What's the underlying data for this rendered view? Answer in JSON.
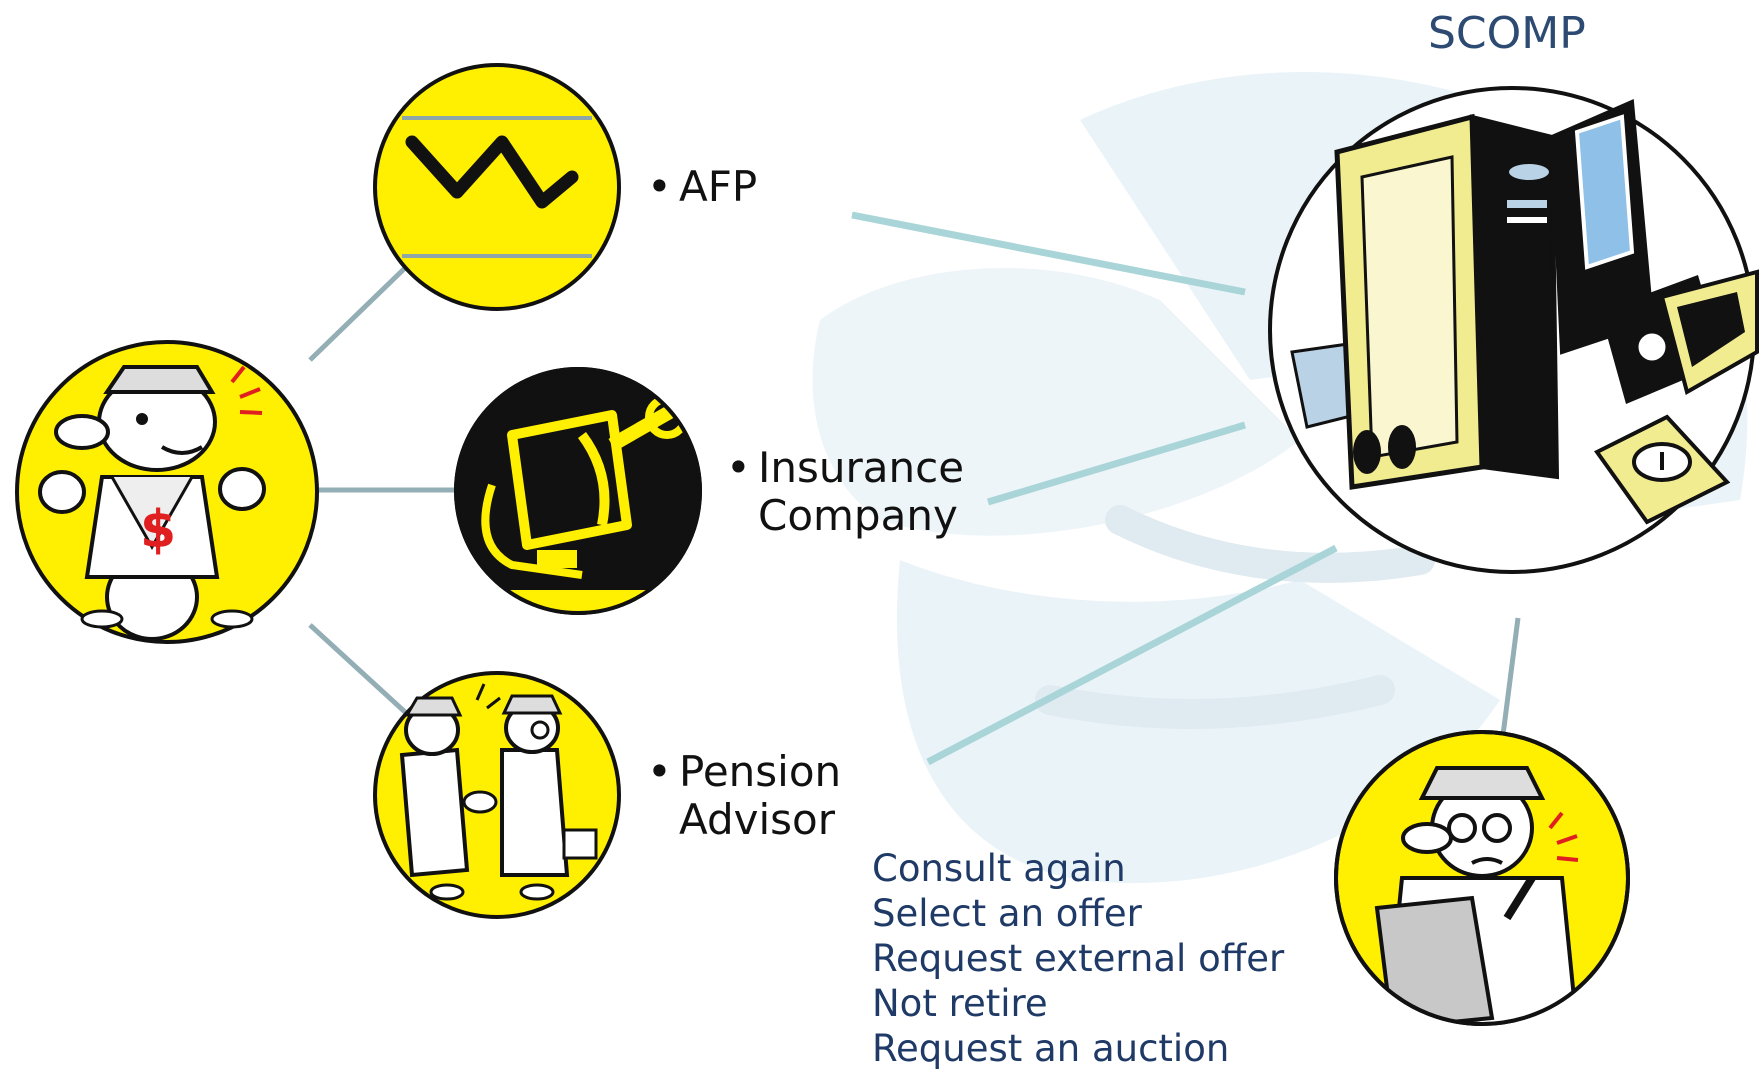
{
  "scomp": {
    "title": "SCOMP"
  },
  "actors": {
    "afp": {
      "bullet": "•",
      "label": "AFP"
    },
    "insurance": {
      "bullet": "•",
      "line1": "Insurance",
      "line2": "Company"
    },
    "advisor": {
      "bullet": "•",
      "line1": "Pension",
      "line2": "Advisor"
    }
  },
  "options": [
    "Consult again",
    "Select an offer",
    "Request external offer",
    "Not retire",
    "Request an auction"
  ],
  "colors": {
    "yellow": "#ffef00",
    "connector_left": "#93aeb5",
    "connector_right": "#a9d5d8",
    "navy_text": "#1f3a66",
    "background_shape": "#eaf3f8"
  },
  "icons": {
    "retiree": "retiree-money-icon",
    "afp": "zigzag-chart-icon",
    "insurance": "safe-key-icon",
    "advisor": "handshake-icon",
    "scomp": "computer-workstation-icon",
    "supervisor": "inspector-clipboard-icon"
  }
}
